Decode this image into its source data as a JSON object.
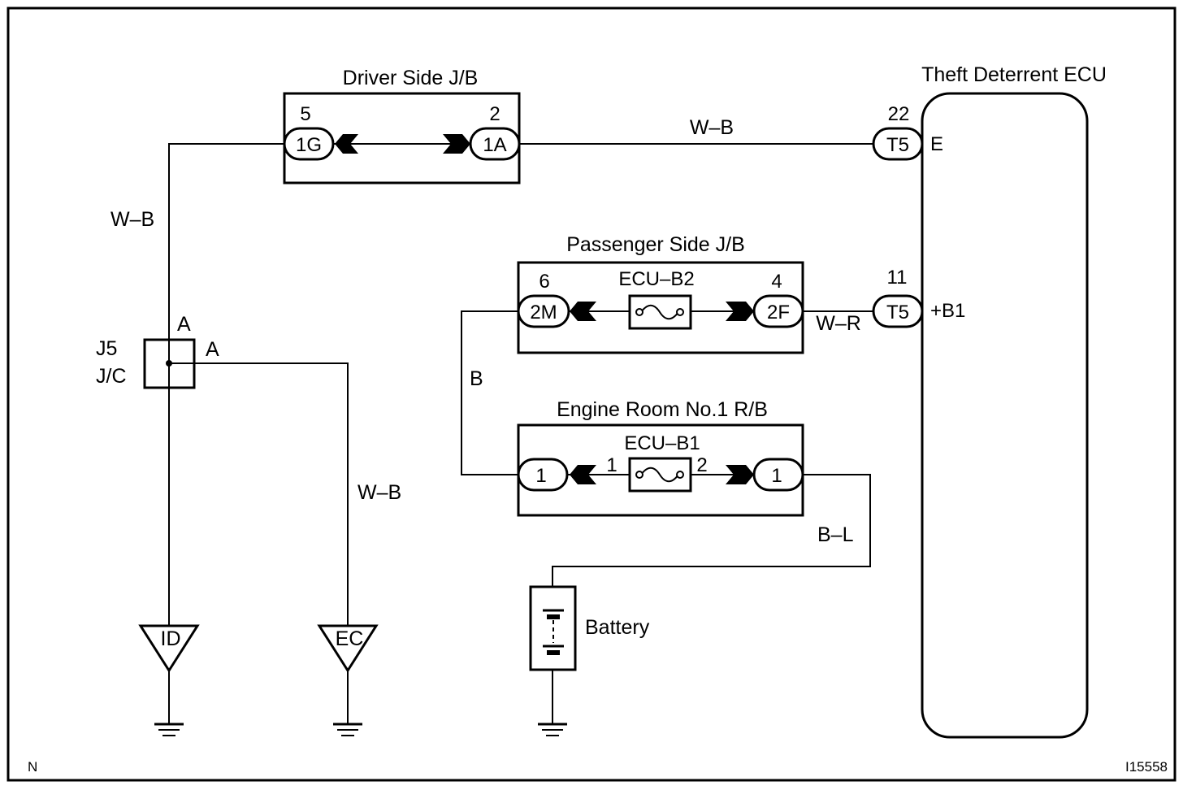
{
  "diagram": {
    "corner_left": "N",
    "corner_right": "I15558",
    "components": {
      "driver_jb": {
        "title": "Driver Side J/B",
        "left_pin": "5",
        "left_conn": "1G",
        "right_pin": "2",
        "right_conn": "1A"
      },
      "passenger_jb": {
        "title": "Passenger Side J/B",
        "fuse": "ECU–B2",
        "left_pin": "6",
        "left_conn": "2M",
        "right_pin": "4",
        "right_conn": "2F"
      },
      "engine_rb": {
        "title": "Engine Room No.1 R/B",
        "fuse": "ECU–B1",
        "fuse_pin_left": "1",
        "fuse_pin_right": "2",
        "left_conn": "1",
        "right_conn": "1"
      },
      "ecu": {
        "title": "Theft Deterrent ECU",
        "pin_e_num": "22",
        "pin_e_conn": "T5",
        "pin_e_name": "E",
        "pin_b1_num": "11",
        "pin_b1_conn": "T5",
        "pin_b1_name": "+B1"
      },
      "jc": {
        "name": "J5",
        "type": "J/C",
        "top_pin": "A",
        "right_pin": "A"
      },
      "battery": {
        "label": "Battery"
      },
      "grounds": {
        "left": "ID",
        "right": "EC"
      }
    },
    "wires": {
      "driver_to_ecu": "W–B",
      "driver_to_jc": "W–B",
      "jc_to_ec": "W–B",
      "passenger_to_ecu": "W–R",
      "passenger_to_engine": "B",
      "engine_to_battery": "B–L"
    }
  }
}
